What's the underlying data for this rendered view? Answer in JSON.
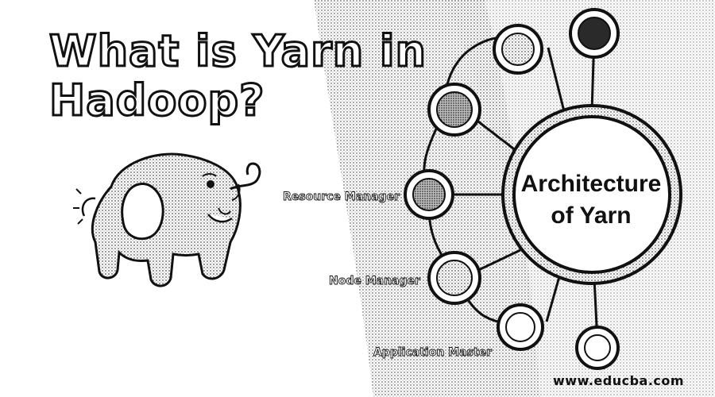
{
  "title": {
    "line1": "What is Yarn in",
    "line2": "Hadoop?"
  },
  "center": {
    "line1": "Architecture",
    "line2": "of Yarn"
  },
  "components": [
    {
      "label": "Resource Manager"
    },
    {
      "label": "Node Manager"
    },
    {
      "label": "Application Master"
    }
  ],
  "footer": "www.educba.com",
  "colors": {
    "ink": "#111111",
    "background": "#ffffff",
    "stipple": "#9a9a9a"
  },
  "icons": [
    "hadoop-elephant-icon"
  ]
}
